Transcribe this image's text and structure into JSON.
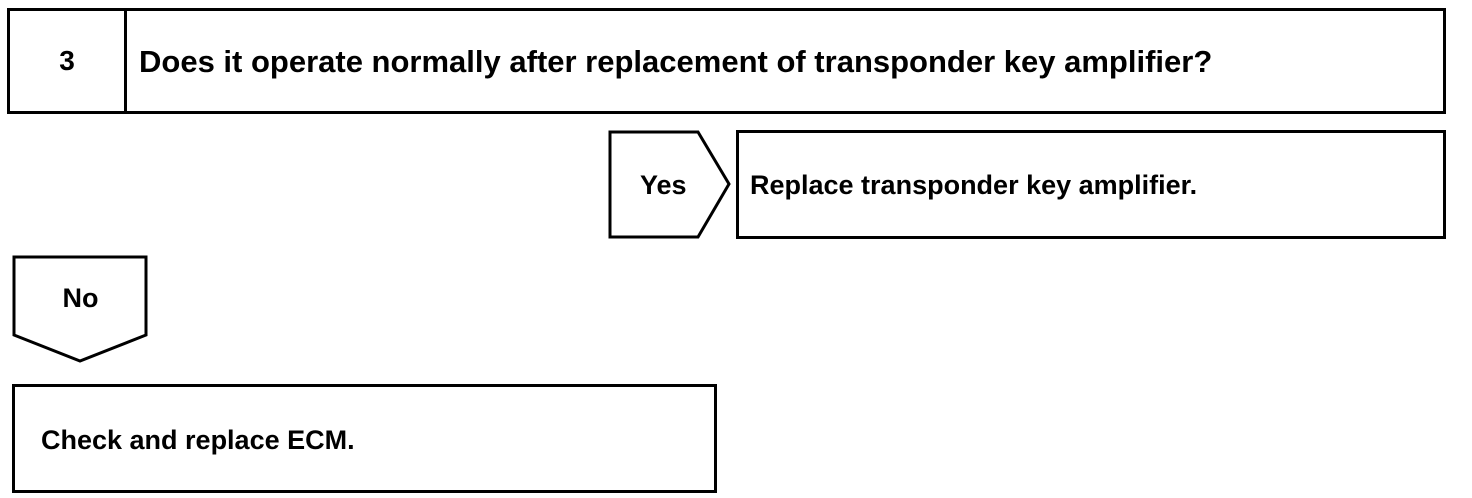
{
  "step": {
    "number": "3",
    "question": "Does it operate normally after replacement of transponder key amplifier?"
  },
  "yes_branch": {
    "label": "Yes",
    "action": "Replace transponder key amplifier."
  },
  "no_branch": {
    "label": "No",
    "action": "Check and replace ECM."
  }
}
